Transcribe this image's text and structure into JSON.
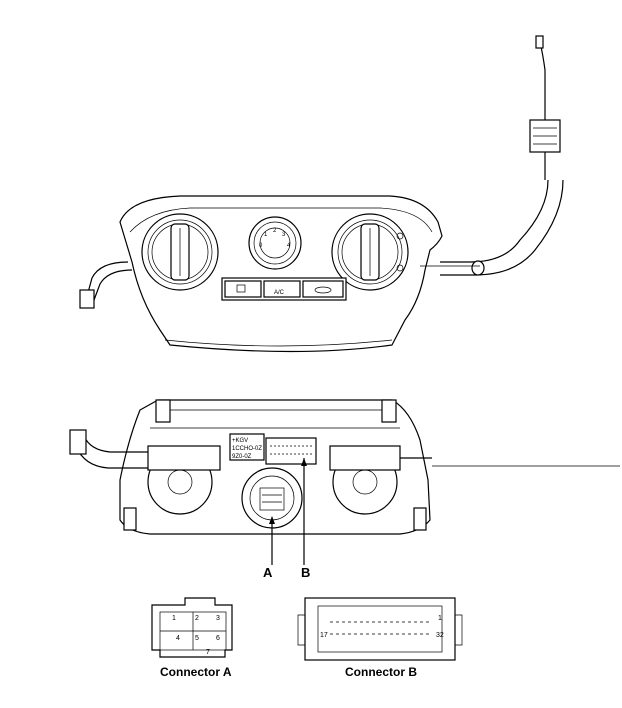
{
  "top_panel": {
    "temp_dial_ticks": [
      "0",
      "1",
      "2",
      "3",
      "4"
    ],
    "ac_button_label": "A/C"
  },
  "rear_view": {
    "label_lines": [
      "+KGV",
      "1CCHO-0Z",
      "9Z0-0Z"
    ]
  },
  "callouts": {
    "a": "A",
    "b": "B"
  },
  "connector_a": {
    "caption": "Connector A",
    "pins_top": [
      "1",
      "2",
      "3"
    ],
    "pins_bottom": [
      "4",
      "5",
      "6"
    ],
    "pin_extra": "7"
  },
  "connector_b": {
    "caption": "Connector B",
    "pin_top_right": "1",
    "pin_bottom_left": "17",
    "pin_bottom_right": "32"
  }
}
